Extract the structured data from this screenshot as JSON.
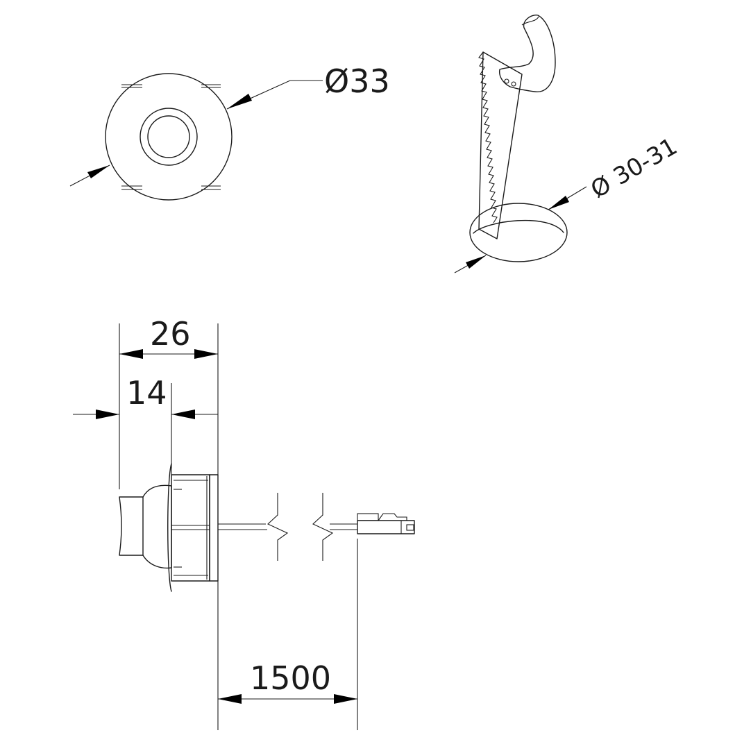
{
  "colors": {
    "line": "#1a1a1a",
    "arrow": "#000000",
    "background": "#ffffff"
  },
  "dimensions": {
    "outer_diameter": "Ø33",
    "cutout_diameter": "Ø 30-31",
    "total_depth": "26",
    "recess_depth": "14",
    "cable_length": "1500"
  }
}
